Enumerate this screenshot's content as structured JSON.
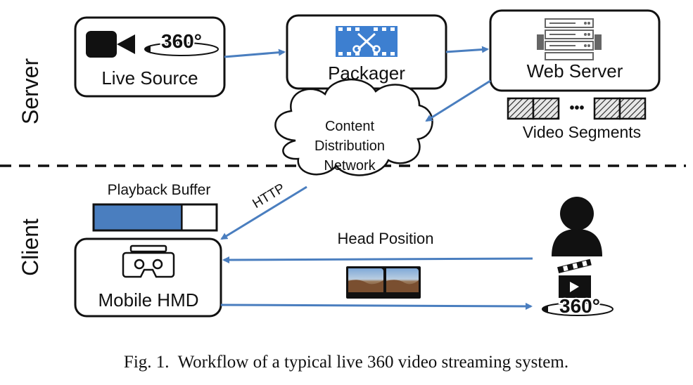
{
  "side_labels": {
    "server": "Server",
    "client": "Client"
  },
  "nodes": {
    "live_source": "Live Source",
    "packager": "Packager",
    "web_server": "Web Server",
    "video_segments": "Video Segments",
    "segments_ellipsis": "•••",
    "cdn_line1": "Content",
    "cdn_line2": "Distribution",
    "cdn_line3": "Network",
    "playback_buffer": "Playback Buffer",
    "mobile_hmd": "Mobile HMD"
  },
  "badges": {
    "source_360": "360°",
    "client_360": "360°"
  },
  "edges": {
    "http": "HTTP",
    "head_position": "Head Position"
  },
  "buffer": {
    "fill_fraction": 0.72
  },
  "caption": "Fig. 1.  Workflow of a typical live 360 video streaming system.",
  "colors": {
    "arrow": "#4a7ebf",
    "buffer_fill": "#4a7ebf",
    "box_stroke": "#111111"
  },
  "icons": [
    "video-camera-icon",
    "rotate-360-icon",
    "film-scissors-icon",
    "server-rack-icon",
    "cloud-icon",
    "vr-headset-icon",
    "person-icon",
    "clapperboard-icon",
    "stereo-frame-icon"
  ]
}
